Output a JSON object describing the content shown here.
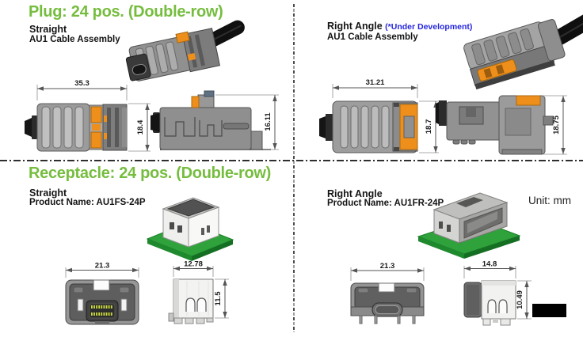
{
  "unit": {
    "label": "Unit:",
    "value": "mm"
  },
  "sections": {
    "plug": {
      "title": "Plug: 24 pos. (Double-row)",
      "straight": {
        "variant": "Straight",
        "subtitle": "AU1 Cable Assembly",
        "top_view": {
          "width": "35.3",
          "height": "18.4"
        },
        "side_view": {
          "height": "16.11"
        }
      },
      "right_angle": {
        "variant": "Right Angle",
        "dev_note": "(*Under Development)",
        "subtitle": "AU1 Cable Assembly",
        "top_view": {
          "width": "31.21",
          "height": "18.7"
        },
        "side_view": {
          "height": "18.75"
        }
      }
    },
    "receptacle": {
      "title": "Receptacle: 24 pos. (Double-row)",
      "straight": {
        "variant": "Straight",
        "product_name": "Product Name: AU1FS-24P",
        "front_view": {
          "width": "21.3"
        },
        "side_view": {
          "width": "12.78",
          "height": "11.5"
        }
      },
      "right_angle": {
        "variant": "Right Angle",
        "product_name": "Product Name: AU1FR-24P",
        "front_view": {
          "width": "21.3"
        },
        "side_view": {
          "width": "14.8",
          "height": "10.49"
        }
      }
    }
  },
  "colors": {
    "heading_green": "#76bd3f",
    "dev_note_blue": "#2424dd",
    "accent_orange": "#ef8f1b",
    "pcb_green": "#2fa23c",
    "pin_yellow_green": "#cede3e",
    "redacted_block": "#000000"
  }
}
